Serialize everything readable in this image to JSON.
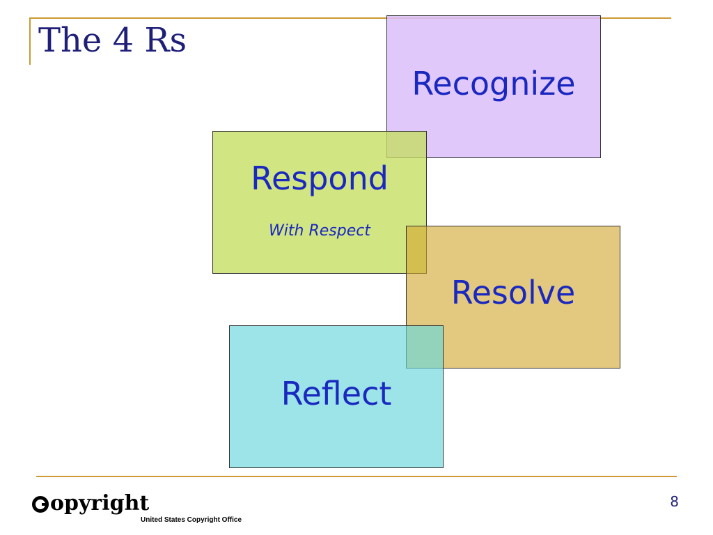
{
  "slide": {
    "title": "The 4 Rs",
    "page_number": "8"
  },
  "boxes": {
    "recognize": {
      "label": "Recognize",
      "color": "#dabefa"
    },
    "respond": {
      "label": "Respond",
      "subtitle": "With Respect",
      "color": "#c4de60"
    },
    "resolve": {
      "label": "Resolve",
      "color": "#d2a830"
    },
    "reflect": {
      "label": "Reflect",
      "color": "#68d6da"
    }
  },
  "footer": {
    "logo_word": "opyright",
    "logo_subtitle": "United States Copyright Office",
    "logo_icon": "copyright-c-icon"
  },
  "colors": {
    "title_text": "#1f1f7a",
    "box_text": "#1a28c0",
    "rule": "#cc9933"
  }
}
